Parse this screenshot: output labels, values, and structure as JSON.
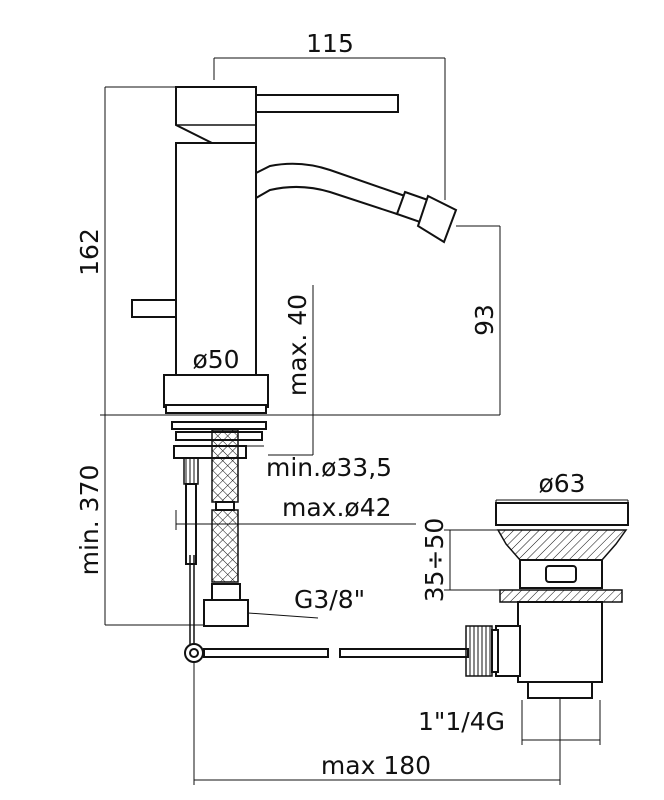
{
  "dimensions": {
    "spout_reach": "115",
    "total_height": "162",
    "spout_height": "93",
    "deck_thickness": "max. 40",
    "base_diameter": "ø50",
    "hole_min": "min.ø33,5",
    "hole_max": "max.ø42",
    "hose_length": "min. 370",
    "hose_connection": "G3/8\"",
    "waste_diameter": "ø63",
    "waste_range": "35÷50",
    "waste_thread": "1\"1/4G",
    "rod_length": "max 180"
  }
}
